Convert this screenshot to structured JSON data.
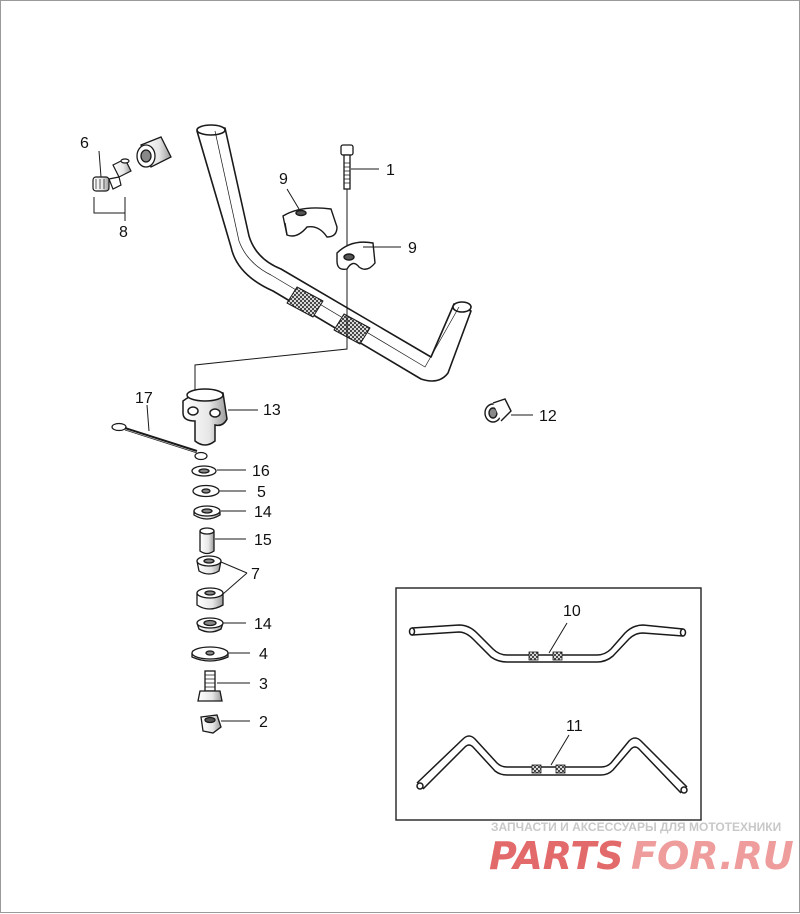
{
  "callouts": {
    "c1": "1",
    "c2": "2",
    "c3": "3",
    "c4": "4",
    "c5": "5",
    "c6": "6",
    "c7": "7",
    "c8": "8",
    "c9a": "9",
    "c9b": "9",
    "c10": "10",
    "c11": "11",
    "c12": "12",
    "c13": "13",
    "c14a": "14",
    "c14b": "14",
    "c15": "15",
    "c16": "16",
    "c17": "17"
  },
  "watermark": {
    "tagline": "ЗАПЧАСТИ И АКСЕССУАРЫ ДЛЯ МОТОТЕХНИКИ",
    "brand_left": "PARTS",
    "brand_right": "FOR.RU"
  },
  "colors": {
    "line": "#1a1a1a",
    "part_fill": "#ffffff",
    "part_shade": "#d0d0d0",
    "watermark_red": "#e36a6a",
    "watermark_pink": "#ef9c9c",
    "inset_border": "#222222"
  }
}
